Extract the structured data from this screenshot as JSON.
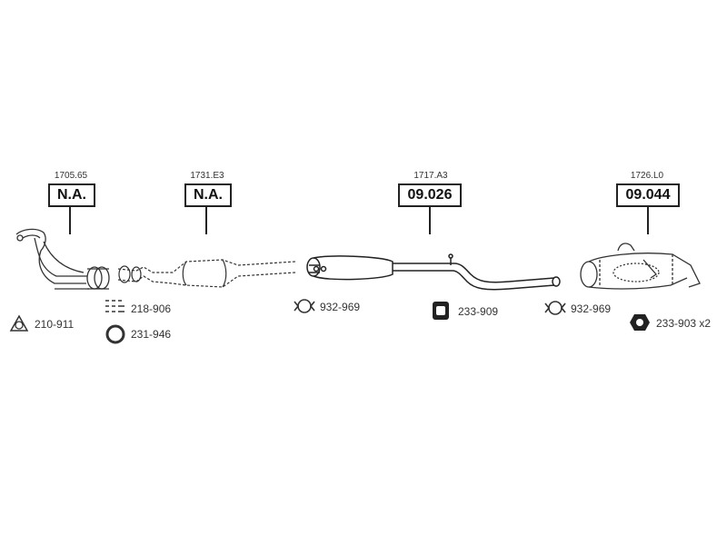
{
  "sections": [
    {
      "ref": "1705.65",
      "code": "N.A."
    },
    {
      "ref": "1731.E3",
      "code": "N.A."
    },
    {
      "ref": "1717.A3",
      "code": "09.026"
    },
    {
      "ref": "1726.L0",
      "code": "09.044"
    }
  ],
  "accessories": [
    {
      "code": "210-911",
      "icon": "gasket-triangle-icon"
    },
    {
      "code": "218-906",
      "icon": "bolt-set-icon"
    },
    {
      "code": "231-946",
      "icon": "ring-gasket-icon"
    },
    {
      "code": "932-969",
      "icon": "clamp-icon"
    },
    {
      "code": "233-909",
      "icon": "rubber-mount-icon"
    },
    {
      "code": "932-969",
      "icon": "clamp-icon"
    },
    {
      "code": "233-903 x2",
      "icon": "hex-nut-icon"
    }
  ]
}
